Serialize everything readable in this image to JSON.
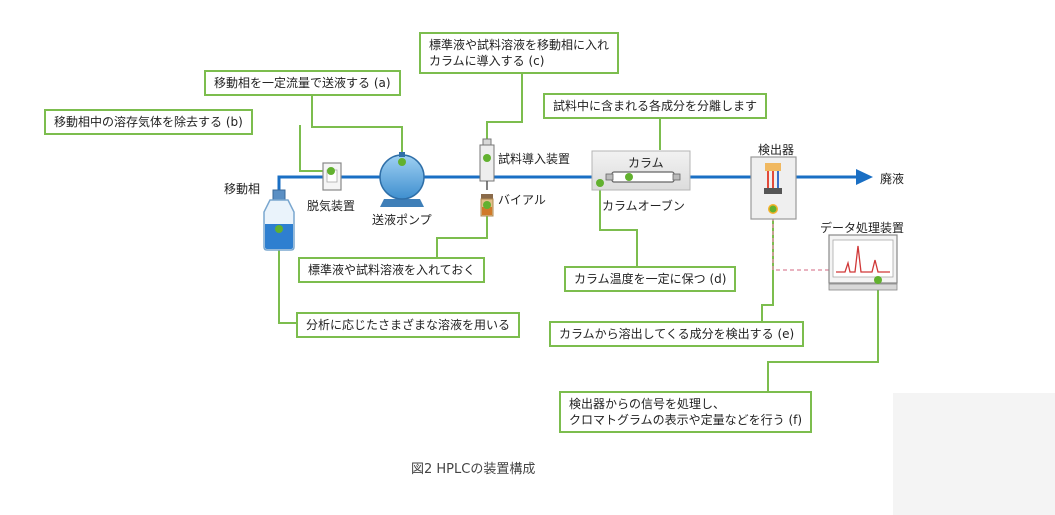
{
  "labels": {
    "mobile_phase": "移動相",
    "degasser": "脱気装置",
    "pump": "送液ポンプ",
    "injector": "試料導入装置",
    "vial": "バイアル",
    "column": "カラム",
    "column_oven": "カラムオーブン",
    "detector": "検出器",
    "waste": "廃液",
    "data_processor": "データ処理装置"
  },
  "callouts": {
    "a": "移動相を一定流量で送液する (a)",
    "b": "移動相中の溶存気体を除去する (b)",
    "c_line1": "標準液や試料溶液を移動相に入れ",
    "c_line2": "カラムに導入する (c)",
    "separate": "試料中に含まれる各成分を分離します",
    "vial_note": "標準液や試料溶液を入れておく",
    "bottle_note": "分析に応じたさまざまな溶液を用いる",
    "d": "カラム温度を一定に保つ (d)",
    "e": "カラムから溶出してくる成分を検出する (e)",
    "f_line1": "検出器からの信号を処理し、",
    "f_line2": "クロマトグラムの表示や定量などを行う (f)"
  },
  "caption": "図2 HPLCの装置構成",
  "colors": {
    "flow_line": "#1a6fc4",
    "callout_border": "#7cbd4e",
    "pump_body": "#5ea8dc",
    "dot": "#62b12f"
  }
}
